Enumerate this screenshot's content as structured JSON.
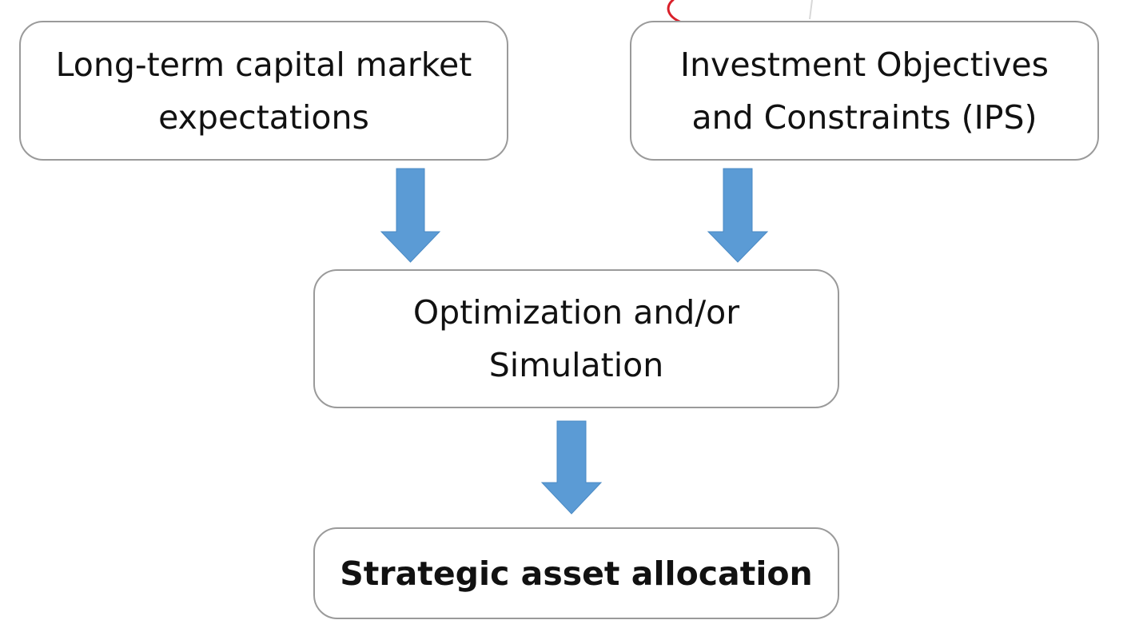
{
  "colors": {
    "arrow": "#5b9bd5",
    "box_border": "#9a9a9a",
    "text": "#111111",
    "annotation": "#d9202a"
  },
  "nodes": {
    "capital_market_expectations": "Long-term capital market\nexpectations",
    "investment_objectives": "Investment Objectives\nand Constraints (IPS)",
    "optimization": "Optimization and/or\nSimulation",
    "strategic_allocation": "Strategic asset allocation"
  }
}
